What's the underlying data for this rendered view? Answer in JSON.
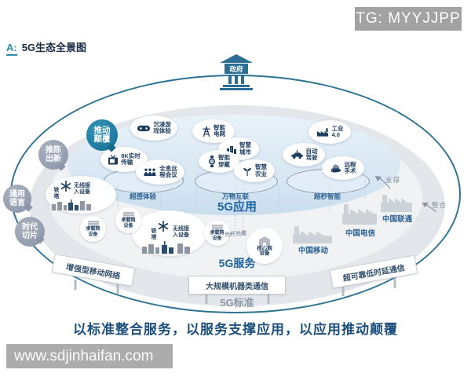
{
  "header": {
    "tg_badge": "TG: MYYJJPP",
    "title_prefix": "A:",
    "title": "5G生态全景图"
  },
  "government_label": "政府",
  "badges": {
    "disrupt_lines": [
      "推动",
      "颠覆"
    ],
    "innovate_lines": [
      "推陈",
      "出新"
    ],
    "language_lines": [
      "通用",
      "语言"
    ],
    "slice_lines": [
      "时代",
      "切片"
    ]
  },
  "app_zone": {
    "label": "5G应用",
    "zones": [
      "超感体验",
      "万物互联",
      "超秒智能"
    ],
    "apps": [
      {
        "icon": "gamepad-icon",
        "lines": [
          "沉浸游",
          "戏体验"
        ]
      },
      {
        "icon": "power-tower-icon",
        "lines": [
          "智能",
          "电网"
        ]
      },
      {
        "icon": "factory-icon",
        "lines": [
          "工业",
          "4.0"
        ]
      },
      {
        "icon": "tv-icon",
        "lines": [
          "8K实时",
          "传输"
        ]
      },
      {
        "icon": "city-icon",
        "lines": [
          "智慧",
          "城市"
        ]
      },
      {
        "icon": "car-icon",
        "lines": [
          "自动",
          "驾驶"
        ]
      },
      {
        "icon": "watch-icon",
        "lines": [
          "智能",
          "穿戴"
        ]
      },
      {
        "icon": "people-icon",
        "lines": [
          "全息远",
          "程会议"
        ]
      },
      {
        "icon": "agriculture-icon",
        "lines": [
          "智慧",
          "农业"
        ]
      },
      {
        "icon": "hand-icon",
        "lines": [
          "远程",
          "手术"
        ]
      }
    ]
  },
  "service_zone": {
    "label": "5G服务",
    "tower_label": "铁塔",
    "access_lines": [
      "无线接",
      "入设备"
    ],
    "bearer_lines": [
      "承载网",
      "设备"
    ],
    "fiber_label": "光纤光缆",
    "core_lines": [
      "核心网",
      "设备"
    ],
    "carriers": [
      "中国移动",
      "中国电信",
      "中国联通"
    ]
  },
  "standard_zone": {
    "label": "5G标准",
    "boxes": [
      "增强型移动网络",
      "大规模机器类通信",
      "超可靠低时延通信"
    ]
  },
  "relations": {
    "support": "支撑",
    "integrate": "整合"
  },
  "slogan": "以标准整合服务，以服务支撑应用，以应用推动颠覆",
  "watermark": "www.sdjinhaifan.com",
  "colors": {
    "teal_stroke": "#2e7392",
    "badge_teal": "#1d7da4",
    "badge_gray": "#98a2b4",
    "navy": "#1d3d5f",
    "zone_blue": "#1e64a0",
    "standard_gray": "#8e99a8",
    "slogan_blue": "#1d4f7e"
  }
}
